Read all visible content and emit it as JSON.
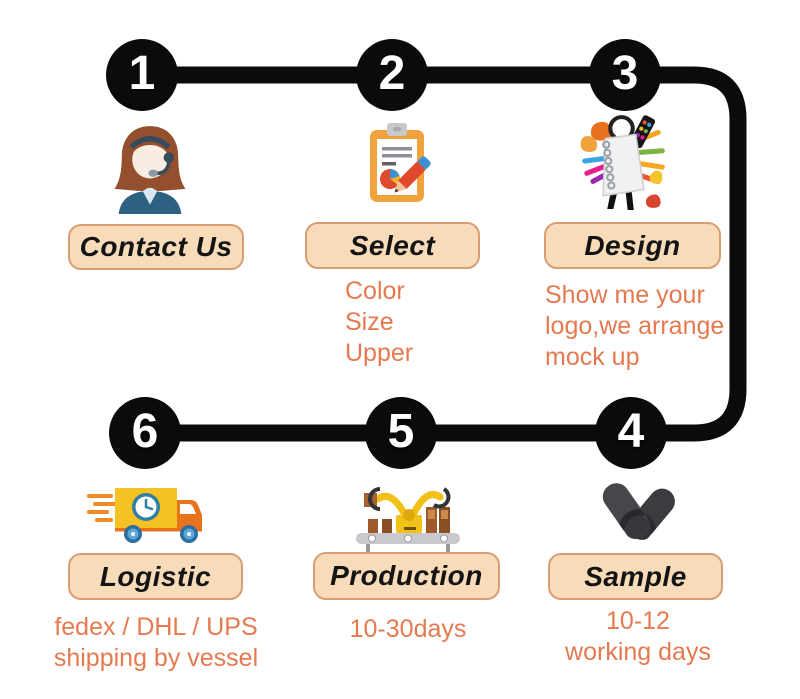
{
  "title": "Ordering process flow",
  "colors": {
    "background": "#ffffff",
    "connector": "#0b0b0b",
    "circle_bg": "#0b0b0b",
    "circle_text": "#ffffff",
    "pill_bg": "#f8dcba",
    "pill_border": "#d79e74",
    "pill_text": "#141414",
    "note_text": "#e5794f"
  },
  "steps": [
    {
      "number": "1",
      "label": "Contact Us",
      "note": "",
      "icon": "support-agent-icon"
    },
    {
      "number": "2",
      "label": "Select",
      "note": "Color\nSize\nUpper",
      "icon": "clipboard-pencil-icon"
    },
    {
      "number": "3",
      "label": "Design",
      "note": "Show me your\nlogo,we arrange\nmock up",
      "icon": "sketchbook-art-icon"
    },
    {
      "number": "4",
      "label": "Sample",
      "note": "10-12\nworking days",
      "icon": "slippers-icon"
    },
    {
      "number": "5",
      "label": "Production",
      "note": "10-30days",
      "icon": "robot-arm-assembly-icon"
    },
    {
      "number": "6",
      "label": "Logistic",
      "note": "fedex / DHL / UPS\nshipping by vessel",
      "icon": "delivery-truck-icon"
    }
  ]
}
